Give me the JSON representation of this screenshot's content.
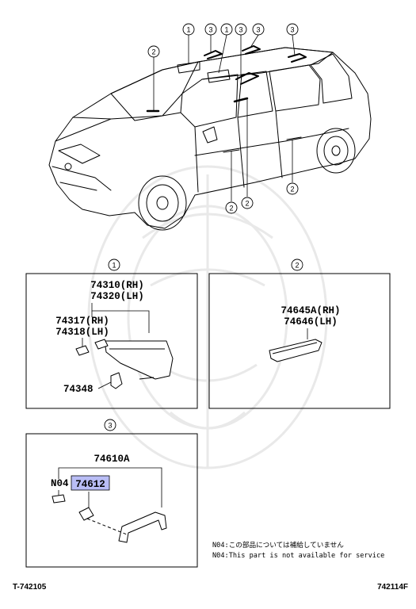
{
  "callouts": {
    "one": "1",
    "two": "2",
    "three": "3"
  },
  "group1": {
    "visor_rh": "74310(RH)",
    "visor_lh": "74320(LH)",
    "holder_rh": "74317(RH)",
    "holder_lh": "74318(LH)",
    "bracket": "74348"
  },
  "group2": {
    "grip_rh": "74645A(RH)",
    "grip_lh": "74646(LH)"
  },
  "group3": {
    "assist_grip": "74610A",
    "note_code": "N04",
    "highlighted_part": "74612"
  },
  "notes": {
    "line_jp": "N04:この部品については補給していません",
    "line_en": "N04:This part is not available for service"
  },
  "footer": {
    "left_code": "T-742105",
    "right_code": "742114F"
  },
  "colors": {
    "highlight": "#b9bdf5",
    "line": "#000000",
    "watermark": "#e9e9e9"
  }
}
